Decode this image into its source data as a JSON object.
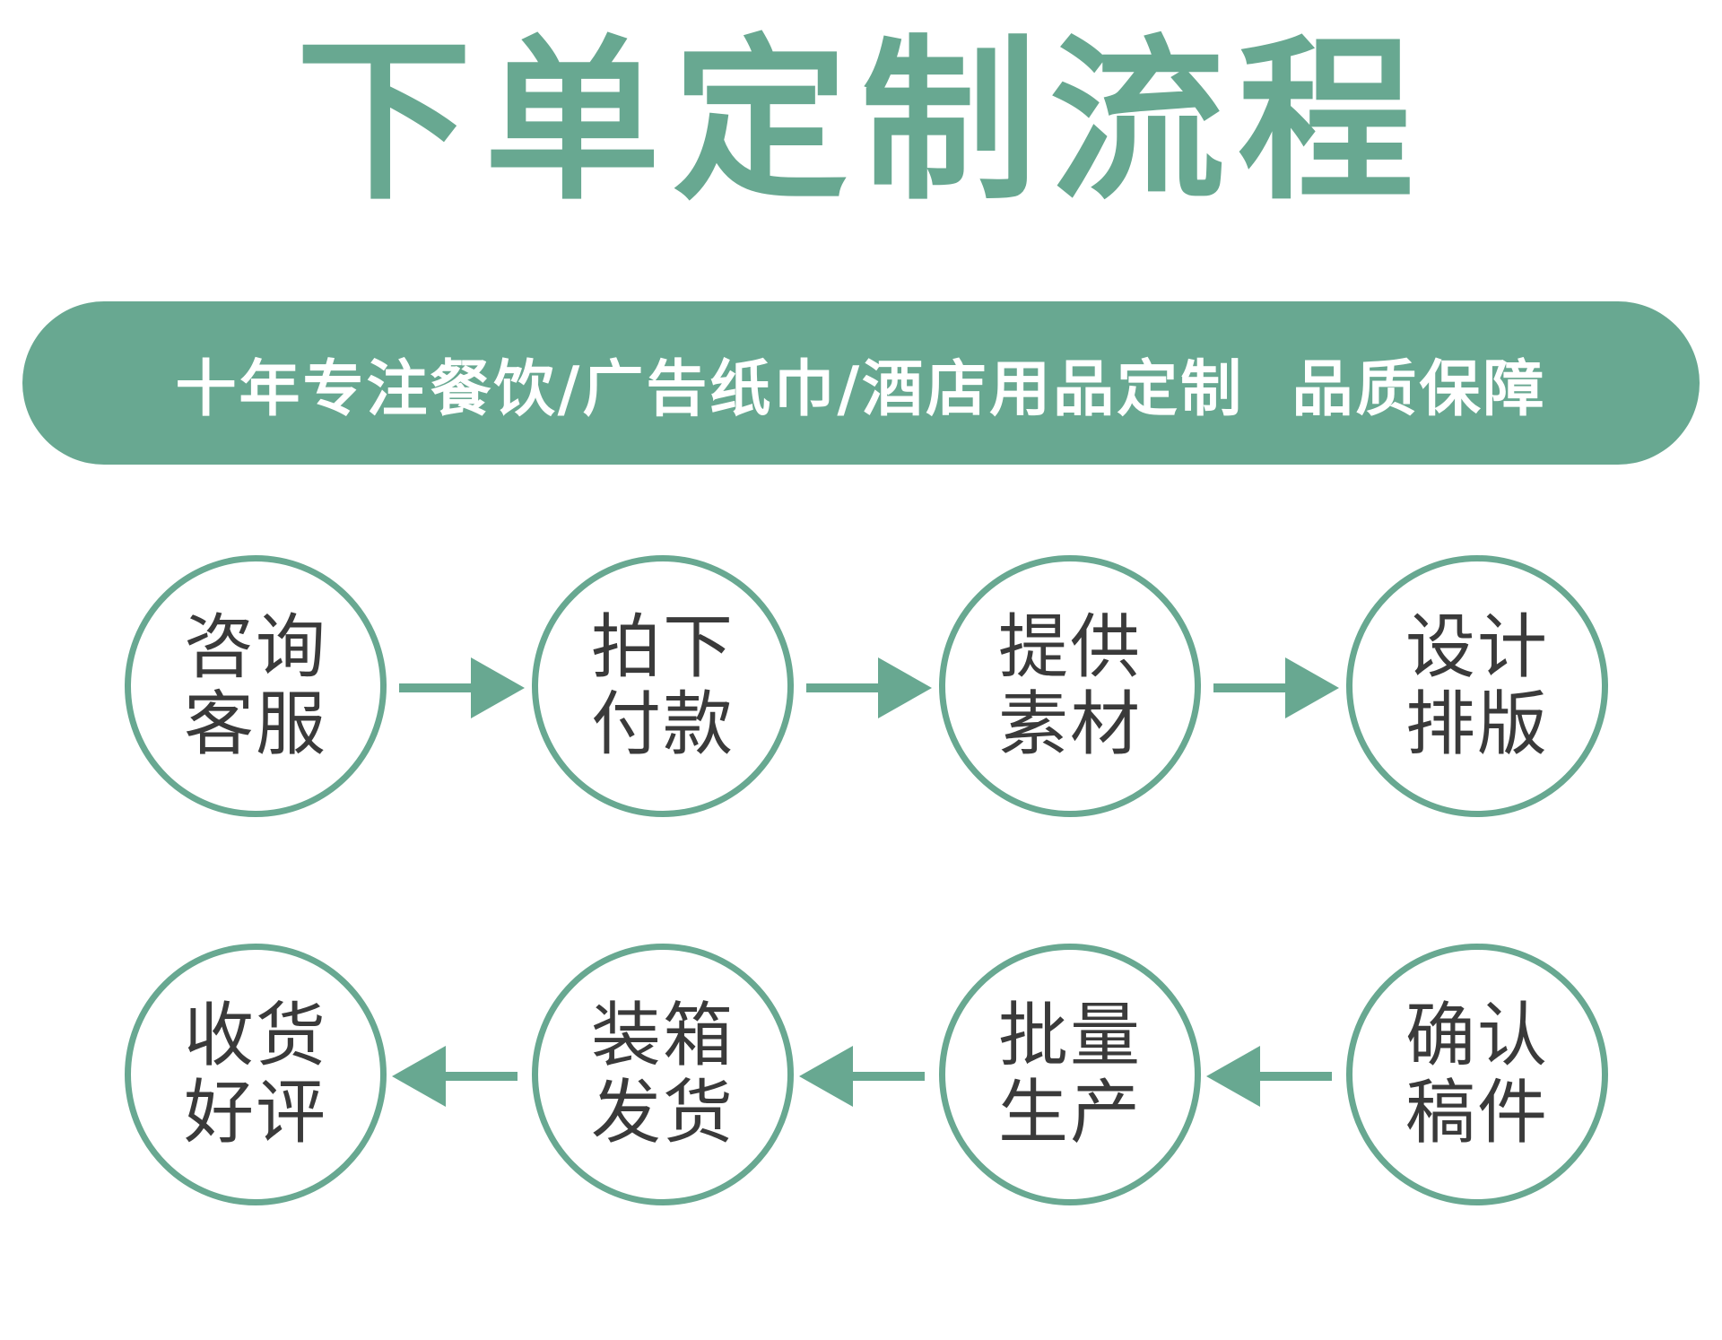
{
  "title": "下单定制流程",
  "banner": "十年专注餐饮/广告纸巾/酒店用品定制  品质保障",
  "accent_color": "#68a891",
  "steps": [
    {
      "line1": "咨询",
      "line2": "客服"
    },
    {
      "line1": "拍下",
      "line2": "付款"
    },
    {
      "line1": "提供",
      "line2": "素材"
    },
    {
      "line1": "设计",
      "line2": "排版"
    },
    {
      "line1": "确认",
      "line2": "稿件"
    },
    {
      "line1": "批量",
      "line2": "生产"
    },
    {
      "line1": "装箱",
      "line2": "发货"
    },
    {
      "line1": "收货",
      "line2": "好评"
    }
  ]
}
